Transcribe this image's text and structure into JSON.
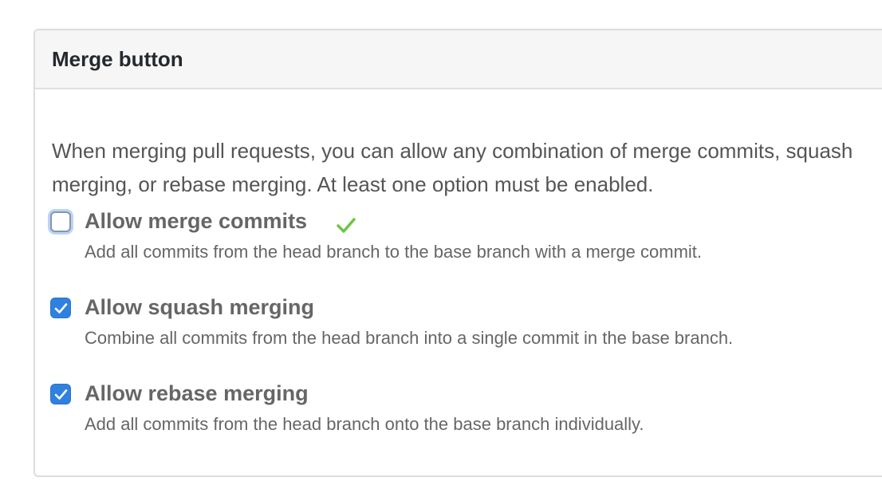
{
  "panel": {
    "title": "Merge button",
    "description": "When merging pull requests, you can allow any combination of merge commits, squash merging, or rebase merging. At least one option must be enabled."
  },
  "options": [
    {
      "label": "Allow merge commits",
      "note": "Add all commits from the head branch to the base branch with a merge commit.",
      "checked": false,
      "status_icon": "check-icon"
    },
    {
      "label": "Allow squash merging",
      "note": "Combine all commits from the head branch into a single commit in the base branch.",
      "checked": true
    },
    {
      "label": "Allow rebase merging",
      "note": "Add all commits from the head branch onto the base branch individually.",
      "checked": true
    }
  ],
  "colors": {
    "checkbox_checked": "#2f81e0",
    "saved_check": "#6cc644",
    "text": "#666666"
  }
}
